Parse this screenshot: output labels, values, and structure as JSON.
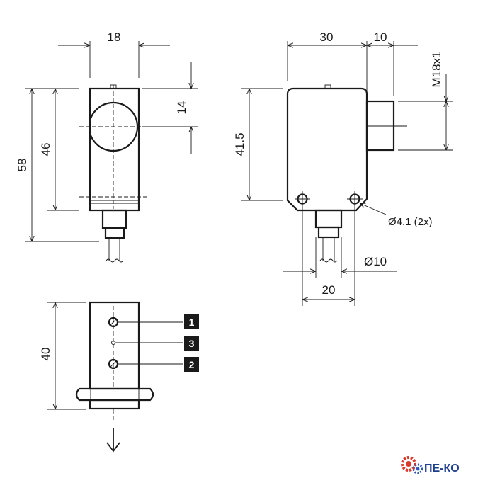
{
  "dimensions": {
    "front_width": "18",
    "lens_offset": "14",
    "front_height_46": "46",
    "overall_height_58": "58",
    "side_depth_30": "30",
    "connector_length_10": "10",
    "thread_label": "M18x1",
    "side_height": "41.5",
    "mount_holes": "Ø4.1 (2x)",
    "cable_diameter": "Ø10",
    "hole_spacing": "20",
    "bottom_height_40": "40"
  },
  "pins": [
    "1",
    "3",
    "2"
  ],
  "logo": {
    "text": "ПЕ-КО",
    "colors": {
      "text": "#1d3f8f",
      "gear_red": "#d93a2b",
      "gear_blue": "#2a58b8"
    }
  }
}
